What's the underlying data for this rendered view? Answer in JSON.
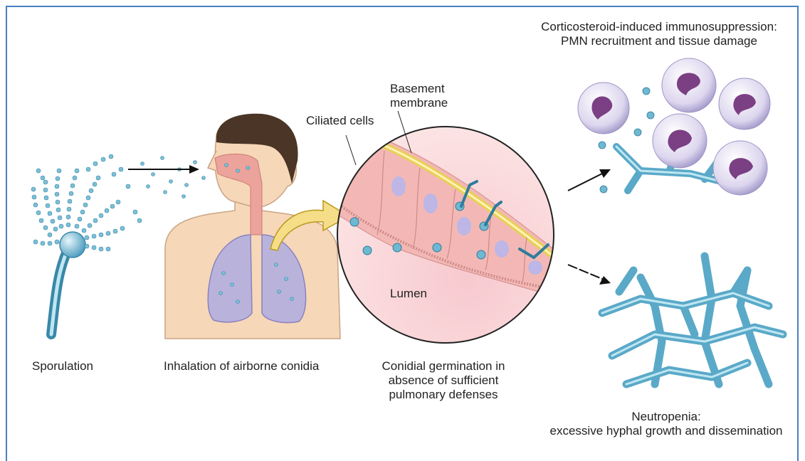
{
  "stages": {
    "sporulation": "Sporulation",
    "inhalation": "Inhalation of airborne conidia",
    "germination": [
      "Conidial germination in",
      "absence of sufficient",
      "pulmonary defenses"
    ]
  },
  "callouts": {
    "basement": [
      "Basement",
      "membrane"
    ],
    "ciliated": "Ciliated cells",
    "lumen": "Lumen"
  },
  "outcomes": {
    "immunosuppression": [
      "Corticosteroid-induced immunosuppression:",
      "PMN recruitment and tissue damage"
    ],
    "neutropenia": [
      "Neutropenia:",
      "excessive hyphal growth and dissemination"
    ]
  },
  "colors": {
    "frame": "#4a7fc1",
    "conidia": "#6fb8d2",
    "hyphae": "#5aa9c8",
    "skin": "#f6d7b8",
    "lung": "#b9b3dc",
    "neutrophil_nucleus": "#7b3f83"
  }
}
